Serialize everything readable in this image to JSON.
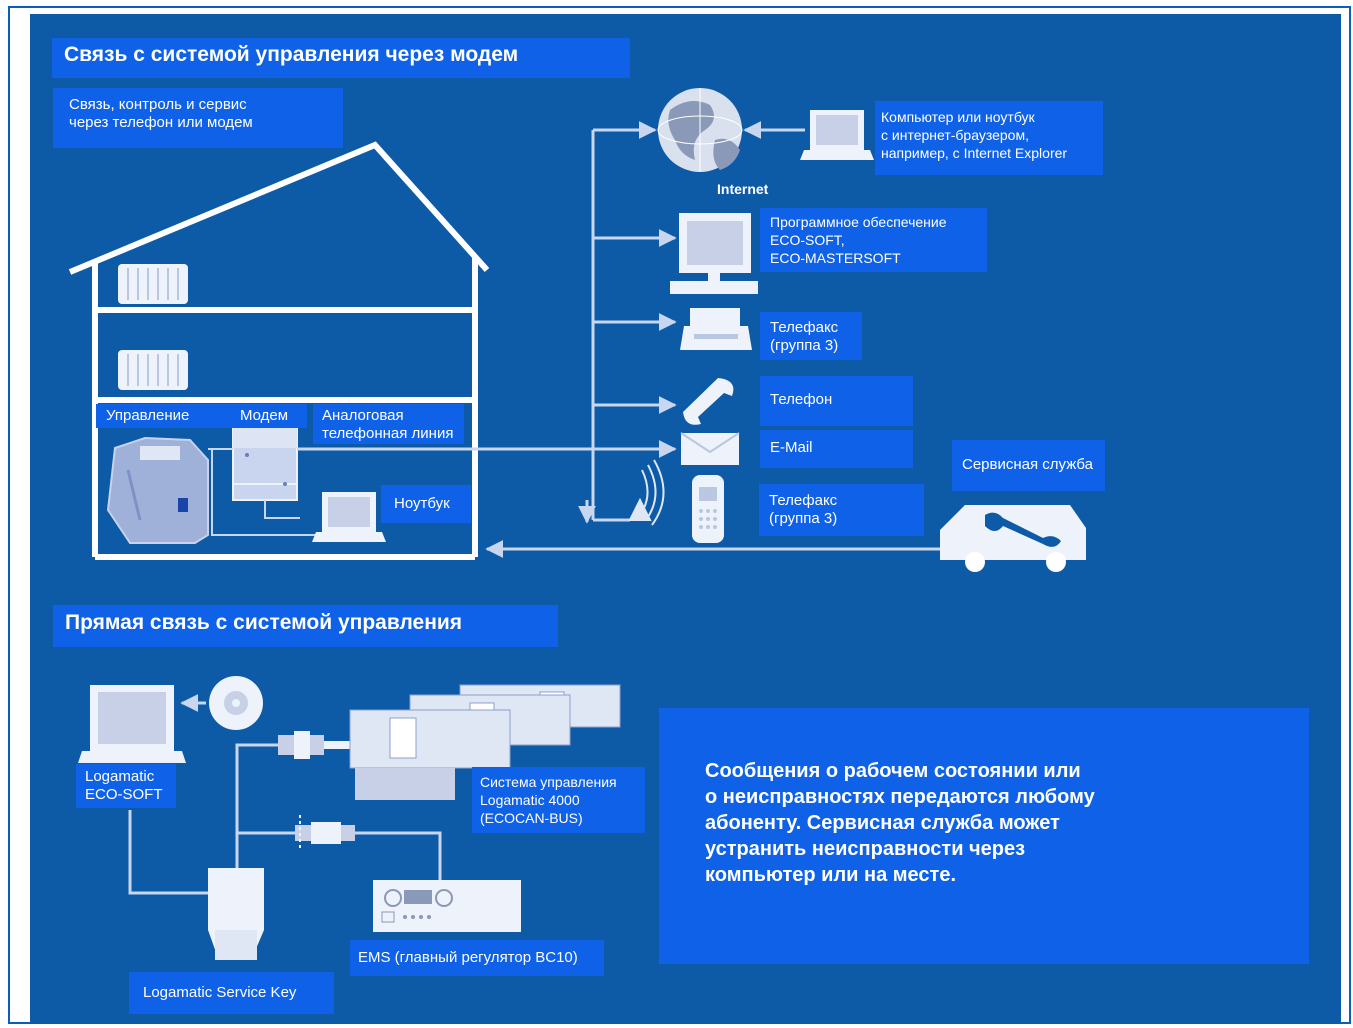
{
  "section_modem": {
    "title": "Связь с системой управления через модем",
    "intro": "Связь, контроль и сервис\nчерез телефон или модем",
    "house_labels": {
      "control": "Управление",
      "modem": "Модем",
      "analog_line": "Аналоговая\nтелефонная линия",
      "laptop": "Ноутбук"
    },
    "internet_label": "Internet",
    "devices": {
      "browser_pc": "Компьютер или ноутбук\nс интернет-браузером,\nнапример, с Internet Explorer",
      "software": "Программное обеспечение\nECO-SOFT,\nECO-MASTERSOFT",
      "fax": "Телефакс\n(группа 3)",
      "phone": "Телефон",
      "email": "E-Mail",
      "mobile_fax": "Телефакс\n(группа 3)",
      "service": "Сервисная служба"
    }
  },
  "section_direct": {
    "title": "Прямая связь с системой управления",
    "eco_soft": "Logamatic\nECO-SOFT",
    "logamatic_4000": "Система управления\nLogamatic 4000\n(ECOCAN-BUS)",
    "ems": "EMS (главный регулятор BC10)",
    "service_key": "Logamatic Service Key"
  },
  "message": "Сообщения о рабочем состоянии или\nо неисправностях передаются любому\nабоненту. Сервисная служба может\nустранить неисправности через\nкомпьютер или на месте.",
  "colors": {
    "background": "#0d5aa7",
    "label_box": "#0f62e8",
    "lines": "#c8d6ef",
    "device": "#eef2fa"
  },
  "icons": [
    "house-icon",
    "radiator-icon",
    "boiler-icon",
    "modem-icon",
    "laptop-icon",
    "globe-icon",
    "desktop-icon",
    "fax-icon",
    "phone-handset-icon",
    "envelope-icon",
    "mobile-phone-icon",
    "signal-waves-icon",
    "service-van-icon",
    "wrench-icon",
    "cd-icon",
    "connector-icon",
    "controller-icon",
    "service-key-icon"
  ]
}
